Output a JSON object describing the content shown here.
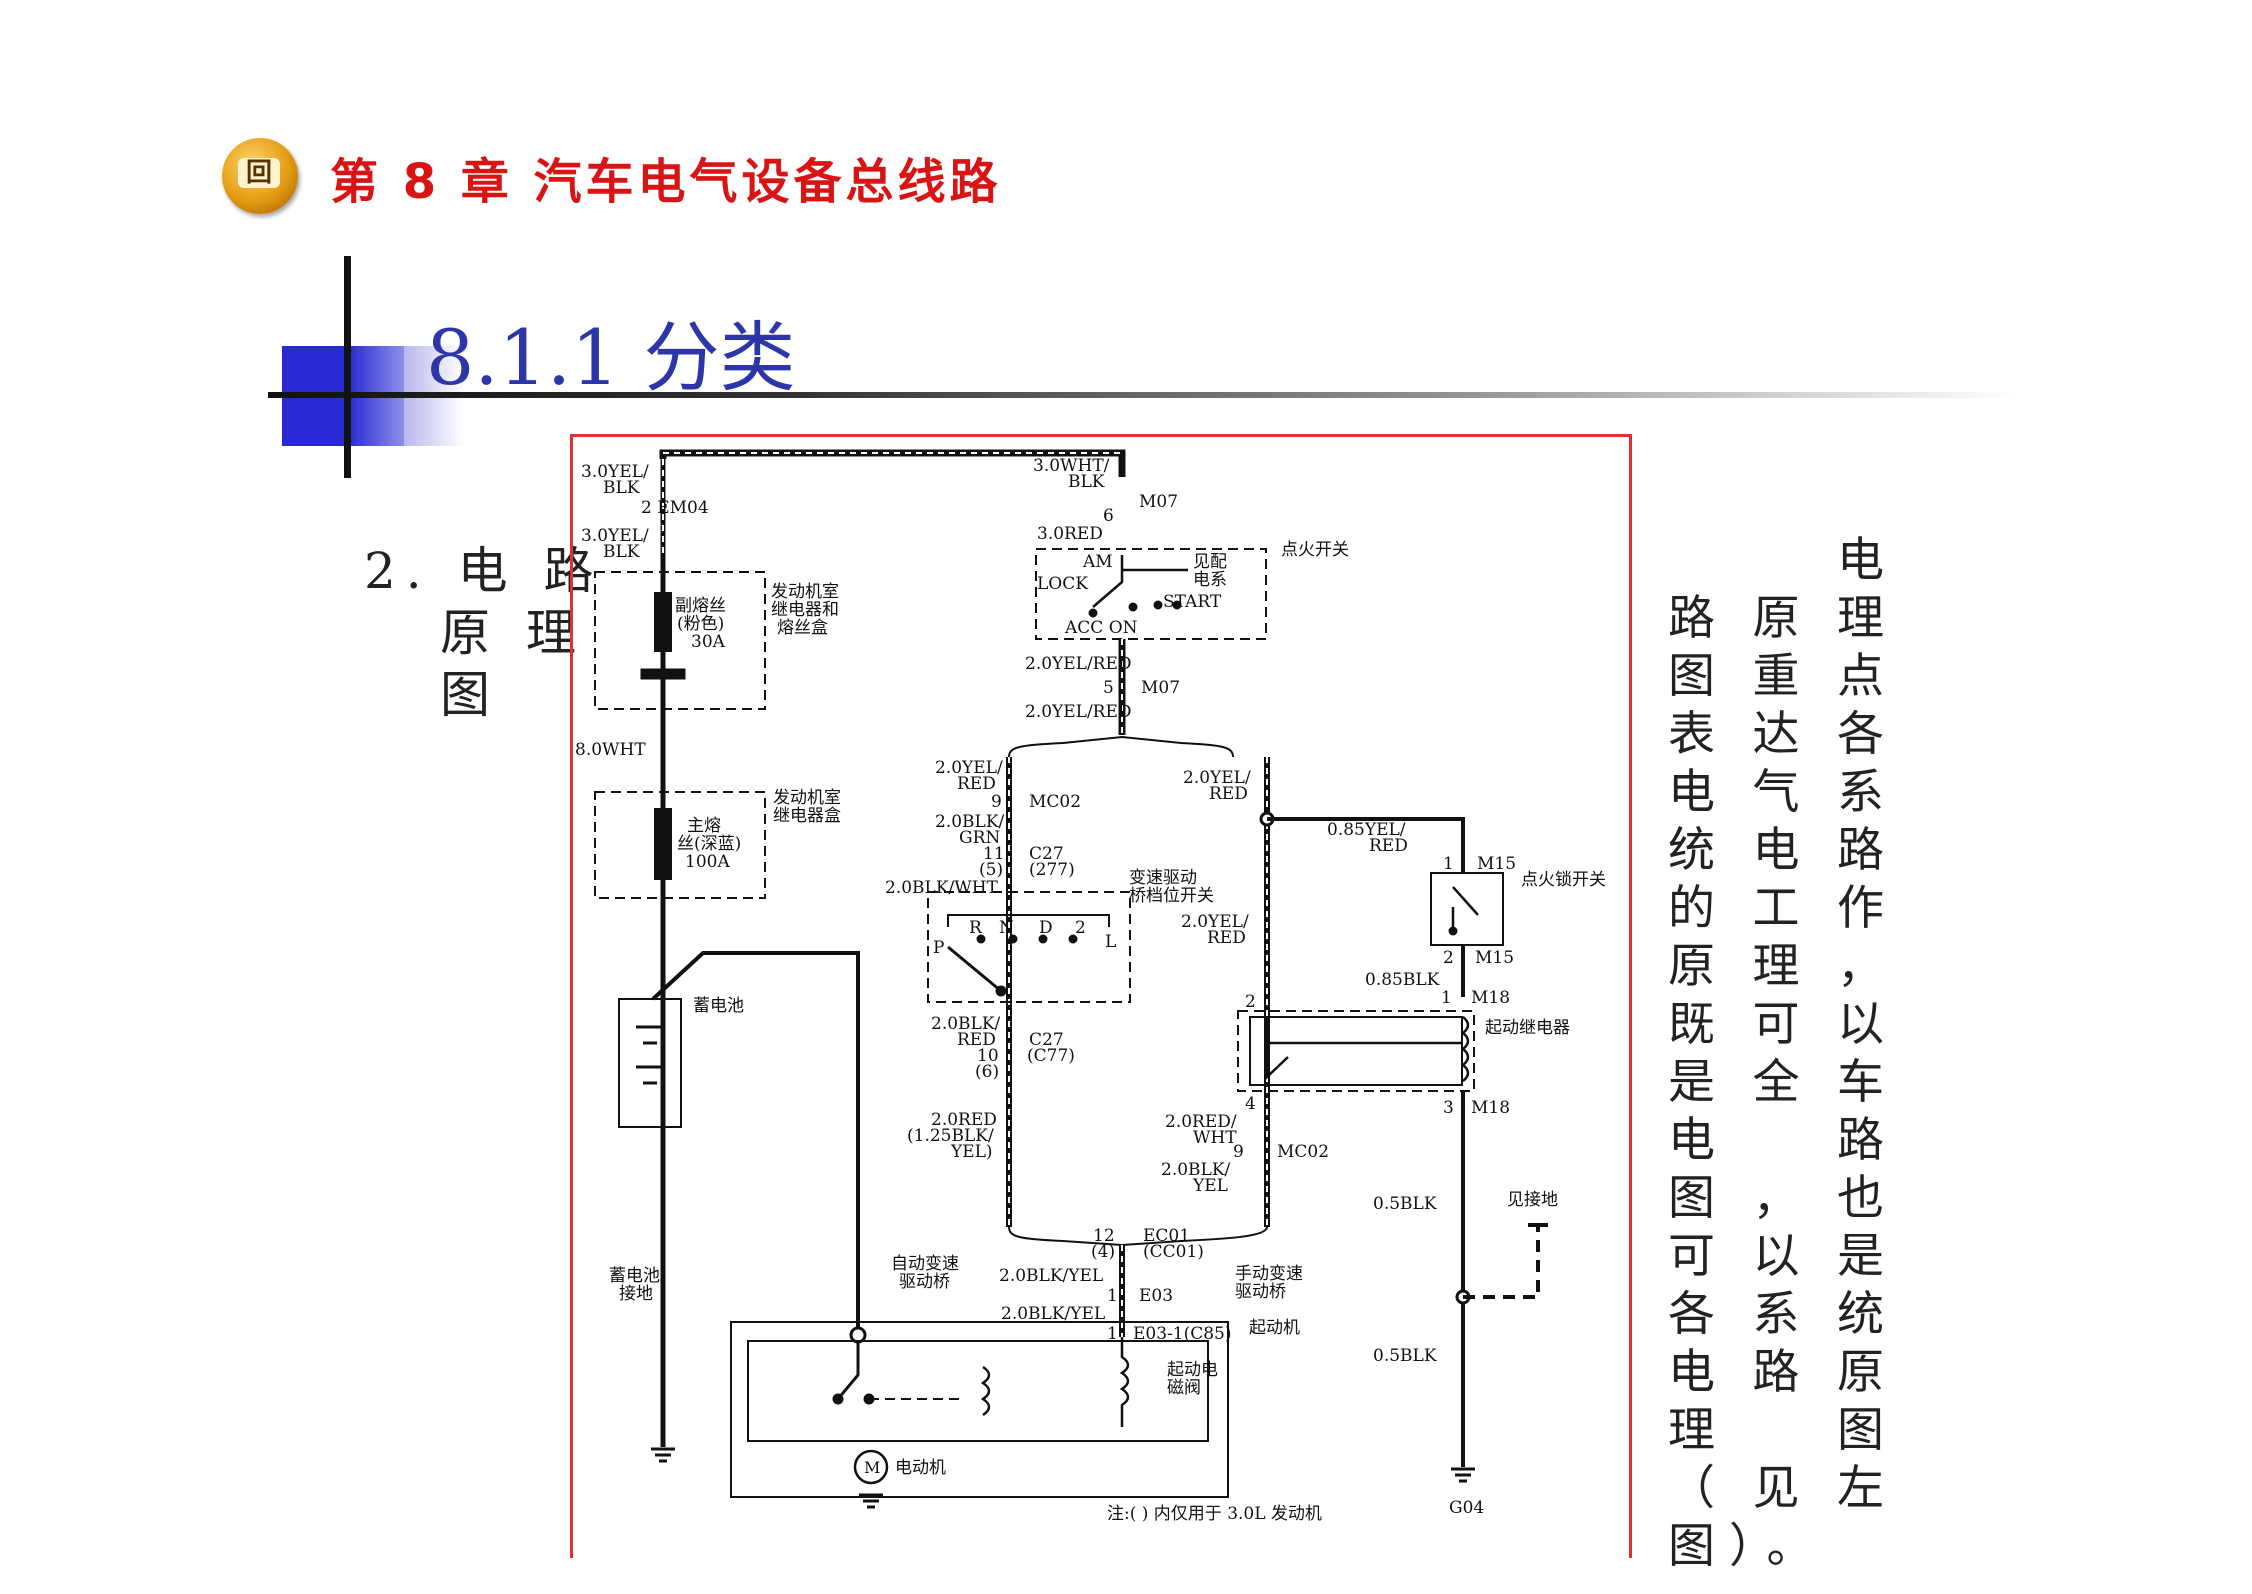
{
  "header": {
    "chapter_icon_glyph": "回",
    "chapter_title": "第 8 章   汽车电气设备总线路",
    "section_title": "8.1.1  分类"
  },
  "left_caption": [
    "2. 电 路",
    "原 理",
    "图"
  ],
  "right_text": "电路原理图重点表达各电气系统电路的工作原理，既可以是全车电路图，也可以是各系统电路原理图（见左图）。",
  "right_text_indent": "　　",
  "diagram": {
    "wires": {
      "w_30yel_blk_1": "3.0YEL/",
      "w_30yel_blk_1b": "BLK",
      "em04": "2 EM04",
      "w_30yel_blk_2": "3.0YEL/",
      "w_30yel_blk_2b": "BLK",
      "w_30wht_blk": "3.0WHT/",
      "w_30wht_blkb": "BLK",
      "m07_6": "6",
      "m07_top": "M07",
      "w_30red": "3.0RED",
      "w_20yel_red_a": "2.0YEL/RED",
      "m07_5": "5",
      "m07_bottom": "M07",
      "w_20yel_red_b": "2.0YEL/RED",
      "w_80wht": "8.0WHT",
      "w_20yel_red_c1": "2.0YEL/",
      "w_20yel_red_c2": "RED",
      "mc02_9": "9",
      "mc02_top": "MC02",
      "w_20blk_grn1": "2.0BLK/",
      "w_20blk_grn2": "GRN",
      "c27_11": "11",
      "c27_5": "(5)",
      "c27": "C27",
      "c277": "(277)",
      "w_20blk_wht": "2.0BLK/WHT",
      "w_20blk_red1": "2.0BLK/",
      "w_20blk_red2": "RED",
      "c27b_10": "10",
      "c27b_6": "(6)",
      "c27b": "C27",
      "c77": "(C77)",
      "w_20red": "2.0RED",
      "w_125blk": "(1.25BLK/",
      "w_yel": "YEL)",
      "w_20yel_red_d1": "2.0YEL/",
      "w_20yel_red_d2": "RED",
      "w_085yel_red1": "0.85YEL/",
      "w_085yel_red2": "RED",
      "m15_1": "1",
      "m15_top": "M15",
      "m15_2": "2",
      "m15_bottom": "M15",
      "w_20yel_red_e1": "2.0YEL/",
      "w_20yel_red_e2": "RED",
      "w_085blk": "0.85BLK",
      "m18_1": "1",
      "m18_top": "M18",
      "m18_2": "2",
      "m18_4": "4",
      "m18_3": "3",
      "m18_bottom": "M18",
      "w_20red_wht1": "2.0RED/",
      "w_20red_wht2": "WHT",
      "mc02b_9": "9",
      "mc02b": "MC02",
      "w_20blk_yel1": "2.0BLK/",
      "w_20blk_yel2": "YEL",
      "w_05blk_a": "0.5BLK",
      "w_05blk_b": "0.5BLK",
      "ec01_12": "12",
      "ec01_4": "(4)",
      "ec01": "EC01",
      "cc01": "(CC01)",
      "w_20blk_yel_a": "2.0BLK/YEL",
      "e03_1": "1",
      "e03": "E03",
      "w_20blk_yel_b": "2.0BLK/YEL",
      "e03_1c_1": "1",
      "e03_1c": "E03-1(C85)",
      "g04": "G04"
    },
    "labels": {
      "ignition_switch": "点火开关",
      "see_power": "见配",
      "see_power2": "电系",
      "am": "AM",
      "lock": "LOCK",
      "start": "START",
      "acc_on": "ACC  ON",
      "sub_fuse_1": "副熔丝",
      "sub_fuse_2": "(粉色)",
      "sub_fuse_3": "30A",
      "engine_relay_fuse_box_1": "发动机室",
      "engine_relay_fuse_box_2": "继电器和",
      "engine_relay_fuse_box_3": "熔丝盒",
      "main_fuse_1": "主熔",
      "main_fuse_2": "丝(深蓝)",
      "main_fuse_3": "100A",
      "engine_relay_box_1": "发动机室",
      "engine_relay_box_2": "继电器盒",
      "battery": "蓄电池",
      "battery_ground_1": "蓄电池",
      "battery_ground_2": "接地",
      "gear_switch_1": "变速驱动",
      "gear_switch_2": "桥档位开关",
      "gears": [
        "P",
        "R",
        "N",
        "D",
        "2",
        "L"
      ],
      "ignition_lock_switch": "点火锁开关",
      "starter_relay": "起动继电器",
      "see_ground": "见接地",
      "auto_transaxle_1": "自动变速",
      "auto_transaxle_2": "驱动桥",
      "manual_transaxle_1": "手动变速",
      "manual_transaxle_2": "驱动桥",
      "starter": "起动机",
      "starter_solenoid_1": "起动电",
      "starter_solenoid_2": "磁阀",
      "motor_symbol": "M",
      "motor": "电动机",
      "note": "注:( ) 内仅用于 3.0L 发动机"
    }
  }
}
